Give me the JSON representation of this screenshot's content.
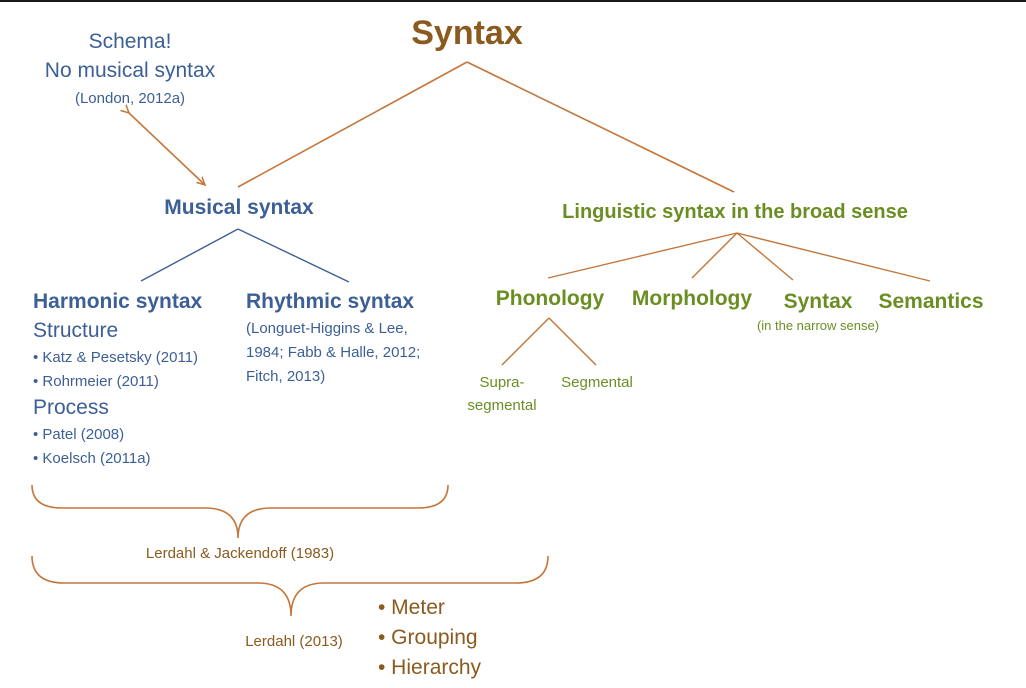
{
  "title": "Syntax",
  "schema": {
    "line1": "Schema!",
    "line2": "No musical syntax",
    "ref": "(London, 2012a)"
  },
  "musical": {
    "label": "Musical syntax",
    "harmonic": {
      "title": "Harmonic syntax",
      "structure_heading": "Structure",
      "structure_items": [
        "• Katz & Pesetsky (2011)",
        "• Rohrmeier (2011)"
      ],
      "process_heading": "Process",
      "process_items": [
        "• Patel (2008)",
        "• Koelsch (2011a)"
      ]
    },
    "rhythmic": {
      "title": "Rhythmic syntax",
      "refs": [
        "(Longuet-Higgins & Lee,",
        "1984; Fabb & Halle, 2012;",
        "Fitch, 2013)"
      ]
    }
  },
  "linguistic": {
    "label": "Linguistic syntax in the broad sense",
    "children": {
      "phonology": "Phonology",
      "morphology": "Morphology",
      "syntax": "Syntax",
      "syntax_note": "(in the narrow sense)",
      "semantics": "Semantics"
    },
    "phonology_children": {
      "supra_line1": "Supra-",
      "supra_line2": "segmental",
      "segmental": "Segmental"
    }
  },
  "brackets": {
    "lerdahl_jackendoff": "Lerdahl & Jackendoff (1983)",
    "lerdahl_2013": "Lerdahl (2013)",
    "bullets": [
      "• Meter",
      "• Grouping",
      "• Hierarchy"
    ]
  },
  "colors": {
    "brown": "#8b5a1e",
    "blue": "#3c5f95",
    "green": "#6b8e23",
    "line_brown": "#c4763a",
    "line_blue": "#3c5f95",
    "line_green": "#7a9a2e"
  }
}
